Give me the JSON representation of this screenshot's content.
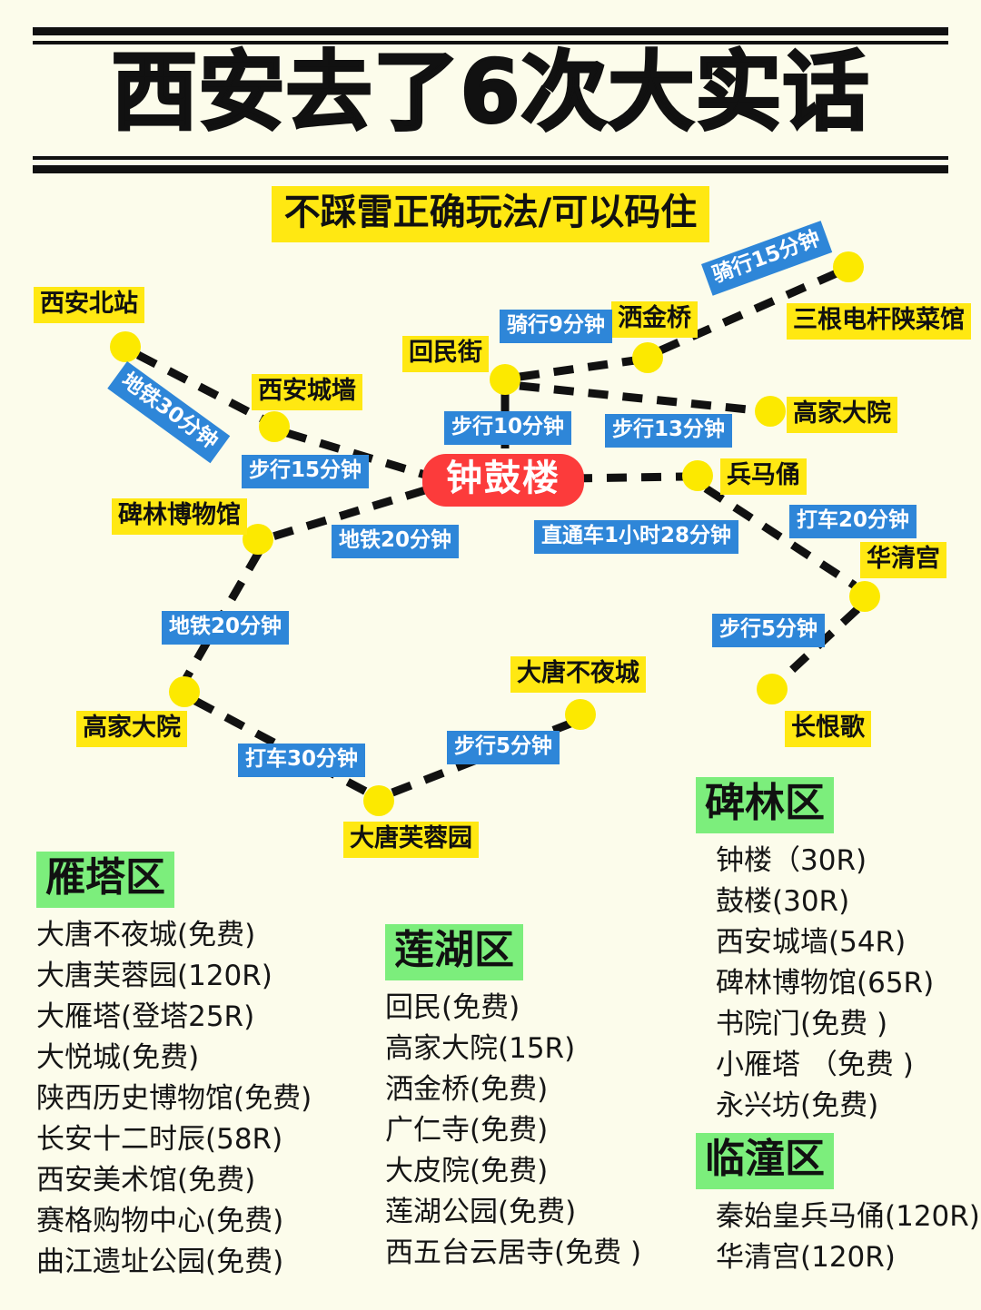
{
  "header": {
    "title": "西安去了6次大实话",
    "subtitle": "不踩雷正确玩法/可以码住"
  },
  "colors": {
    "background": "#FCFCEB",
    "node_yellow": "#FCE900",
    "label_yellow": "#FFE812",
    "edge_blue": "#2E86D8",
    "hub_red": "#FC3B3B",
    "district_green": "#7CEE7C",
    "ink": "#111111"
  },
  "map": {
    "hub": {
      "label": "钟鼓楼"
    },
    "nodes": [
      {
        "id": "xianbei",
        "label": "西安北站"
      },
      {
        "id": "chengqiang",
        "label": "西安城墙"
      },
      {
        "id": "beilin_museum",
        "label": "碑林博物馆"
      },
      {
        "id": "gaojia_sw",
        "label": "高家大院"
      },
      {
        "id": "furongyuan",
        "label": "大唐芙蓉园"
      },
      {
        "id": "buyecheng",
        "label": "大唐不夜城"
      },
      {
        "id": "huimin",
        "label": "回民街"
      },
      {
        "id": "sajinqiao",
        "label": "洒金桥"
      },
      {
        "id": "sangendianggan",
        "label": "三根电杆陕菜馆"
      },
      {
        "id": "gaojia_ne",
        "label": "高家大院"
      },
      {
        "id": "bingmayong",
        "label": "兵马俑"
      },
      {
        "id": "huaqinggong",
        "label": "华清宫"
      },
      {
        "id": "changhenge",
        "label": "长恨歌"
      }
    ],
    "edges": [
      {
        "id": "e1",
        "label": "地铁30分钟"
      },
      {
        "id": "e2",
        "label": "步行15分钟"
      },
      {
        "id": "e3",
        "label": "地铁20分钟"
      },
      {
        "id": "e4",
        "label": "地铁20分钟"
      },
      {
        "id": "e5",
        "label": "打车30分钟"
      },
      {
        "id": "e6",
        "label": "步行5分钟"
      },
      {
        "id": "e7",
        "label": "步行10分钟"
      },
      {
        "id": "e8",
        "label": "骑行9分钟"
      },
      {
        "id": "e9",
        "label": "骑行15分钟"
      },
      {
        "id": "e10",
        "label": "步行13分钟"
      },
      {
        "id": "e11",
        "label": "直通车1小时28分钟"
      },
      {
        "id": "e12",
        "label": "打车20分钟"
      },
      {
        "id": "e13",
        "label": "步行5分钟"
      }
    ]
  },
  "districts": [
    {
      "id": "yanta",
      "title": "雁塔区",
      "items": [
        "大唐不夜城(免费)",
        "大唐芙蓉园(120R)",
        "大雁塔(登塔25R)",
        "大悦城(免费)",
        "陕西历史博物馆(免费)",
        "长安十二时辰(58R)",
        "西安美术馆(免费)",
        "赛格购物中心(免费)",
        "曲江遗址公园(免费)"
      ]
    },
    {
      "id": "lianhu",
      "title": "莲湖区",
      "items": [
        "回民(免费)",
        "高家大院(15R)",
        "洒金桥(免费)",
        "广仁寺(免费)",
        "大皮院(免费)",
        "莲湖公园(免费)",
        "西五台云居寺(免费 )"
      ]
    },
    {
      "id": "beilin",
      "title": "碑林区",
      "items": [
        "钟楼（30R)",
        "鼓楼(30R)",
        "西安城墙(54R)",
        "碑林博物馆(65R)",
        "书院门(免费 )",
        "小雁塔 （免费 )",
        "永兴坊(免费)"
      ]
    },
    {
      "id": "lintong",
      "title": "临潼区",
      "items": [
        "秦始皇兵马俑(120R)",
        "华清宫(120R)"
      ]
    }
  ]
}
